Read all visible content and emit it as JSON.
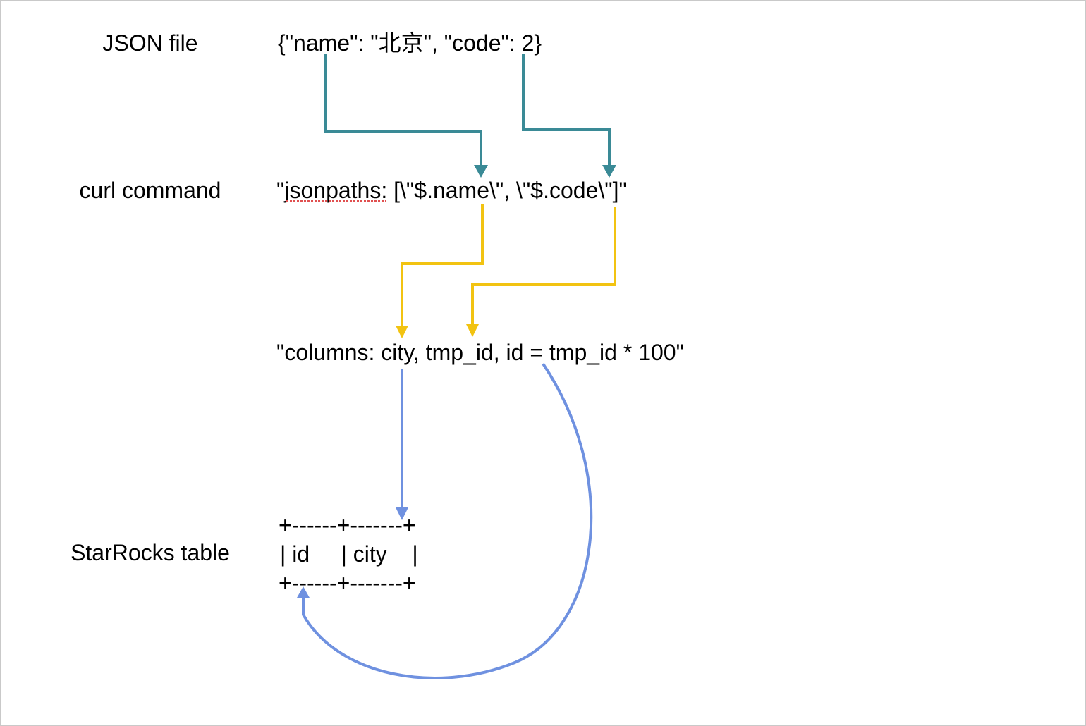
{
  "rows": {
    "json_file": {
      "label": "JSON file",
      "content": "{\"name\": \"北京\", \"code\": 2}"
    },
    "curl_command": {
      "label": "curl command",
      "content": "\"jsonpaths: [\\\"$.name\\\", \\\"$.code\\\"]\""
    },
    "columns": {
      "content": "\"columns: city, tmp_id, id = tmp_id * 100\""
    },
    "starrocks_table": {
      "label": "StarRocks table",
      "border_top": "+------+-------+",
      "header": "| id     | city    |",
      "border_bottom": "+------+-------+"
    }
  },
  "colors": {
    "teal_arrow": "#3a8a96",
    "yellow_arrow": "#f2c311",
    "blue_arrow": "#6f91e0",
    "frame_border": "#c9c9c9"
  }
}
